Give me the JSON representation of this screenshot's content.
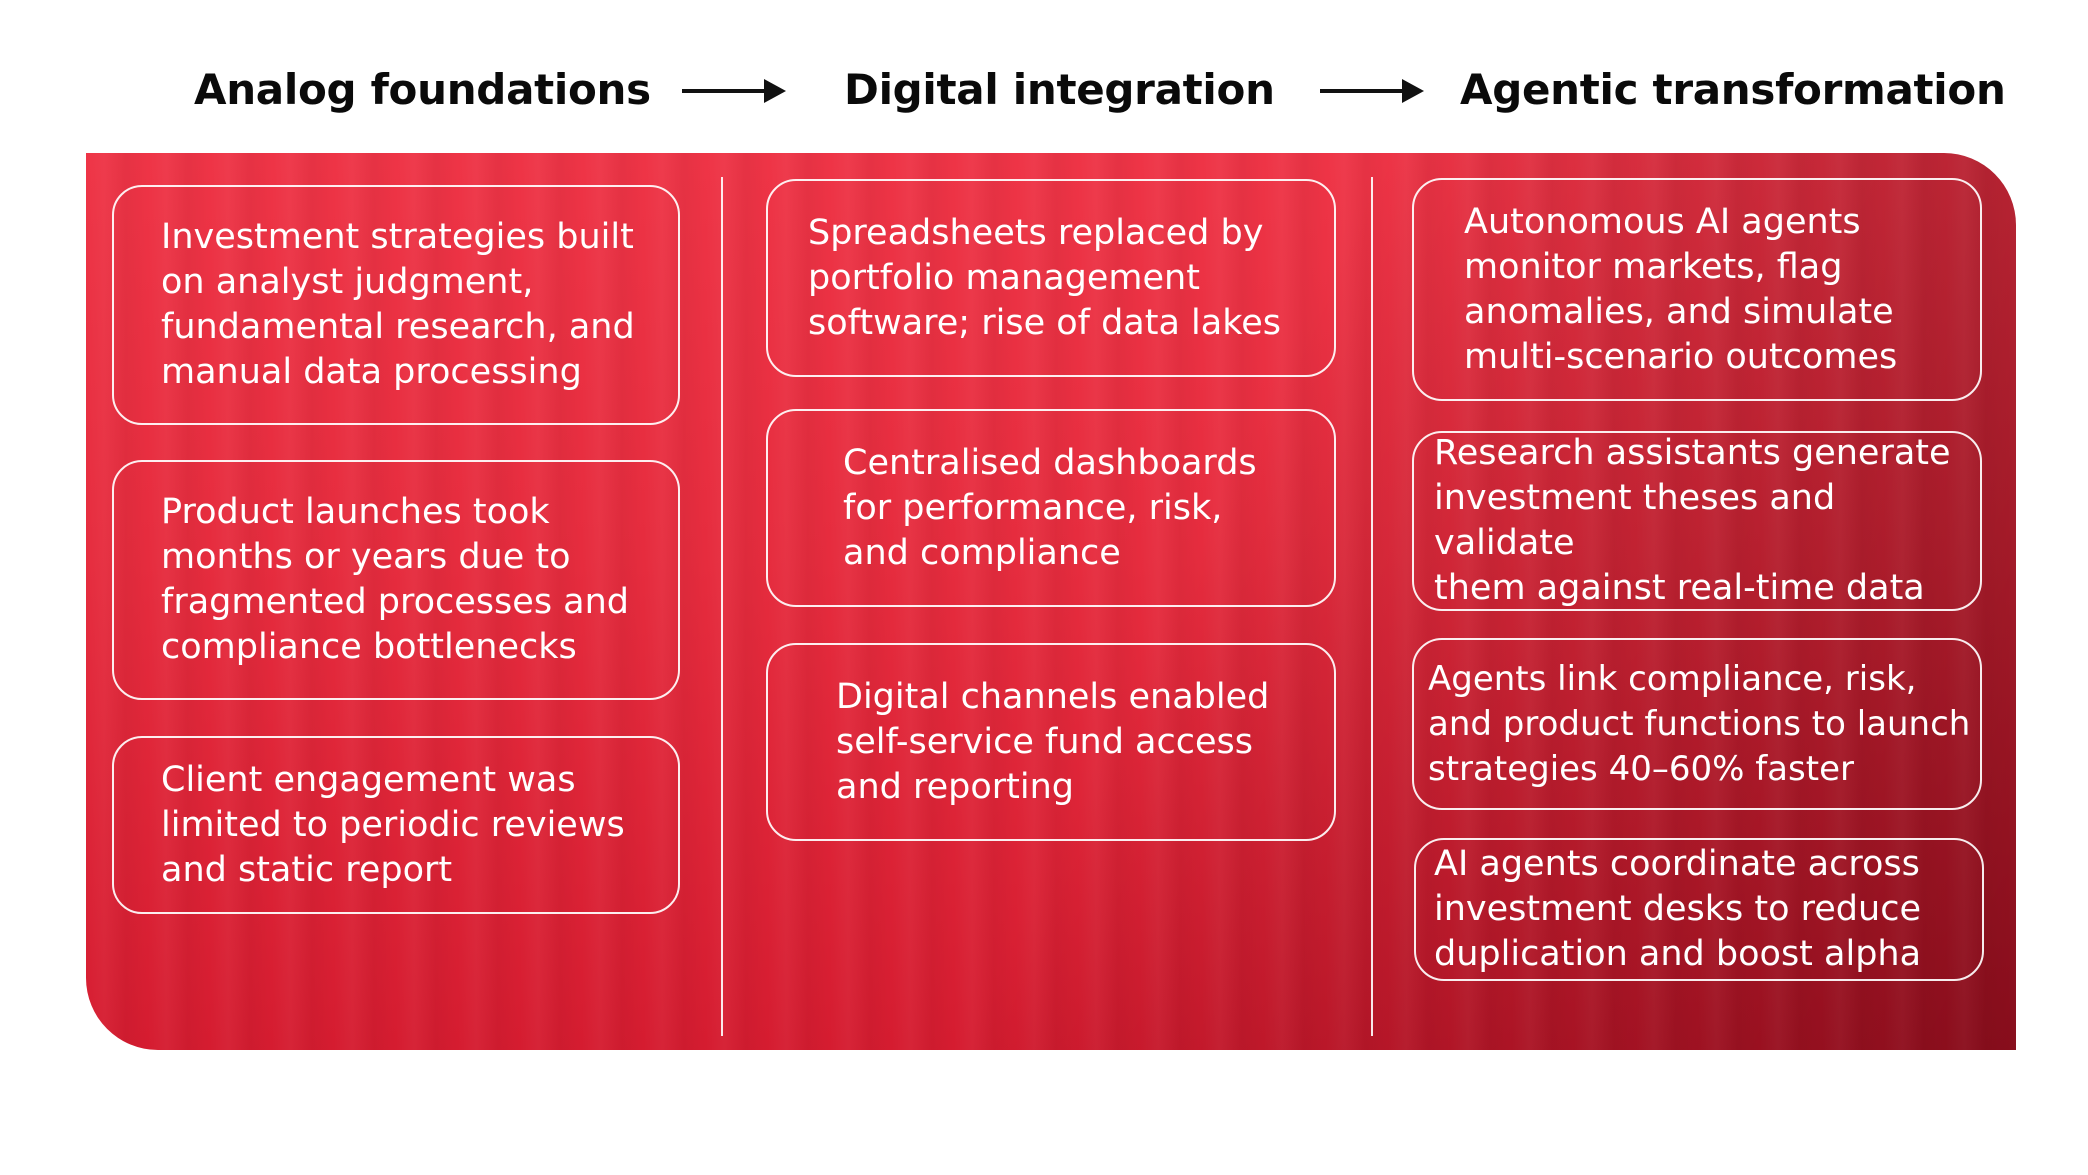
{
  "headers": [
    {
      "label": "Analog foundations"
    },
    {
      "label": "Digital integration"
    },
    {
      "label": "Agentic transformation"
    }
  ],
  "columns": [
    {
      "cards": [
        {
          "text": "Investment strategies built\non analyst judgment,\nfundamental research, and\nmanual data processing"
        },
        {
          "text": "Product launches took\nmonths or years due to\nfragmented processes and\ncompliance bottlenecks"
        },
        {
          "text": "Client engagement was\nlimited to periodic reviews\nand static report"
        }
      ]
    },
    {
      "cards": [
        {
          "text": "Spreadsheets replaced by\nportfolio management\nsoftware; rise of data lakes"
        },
        {
          "text": "Centralised dashboards\nfor performance, risk,\nand compliance"
        },
        {
          "text": "Digital channels enabled\nself-service fund access\nand reporting"
        }
      ]
    },
    {
      "cards": [
        {
          "text": "Autonomous AI agents\nmonitor markets, flag\nanomalies, and simulate\nmulti-scenario outcomes"
        },
        {
          "text": "Research assistants generate\ninvestment theses and validate\nthem against real-time data"
        },
        {
          "text": "Agents link compliance, risk,\nand product functions to launch\nstrategies 40–60% faster"
        },
        {
          "text": "AI agents coordinate across\ninvestment desks to reduce\nduplication and boost alpha"
        }
      ]
    }
  ],
  "colors": {
    "panel": "#e62c3e",
    "card_border": "#ffffff",
    "header_text": "#0a0a0a",
    "arrow": "#111111"
  }
}
